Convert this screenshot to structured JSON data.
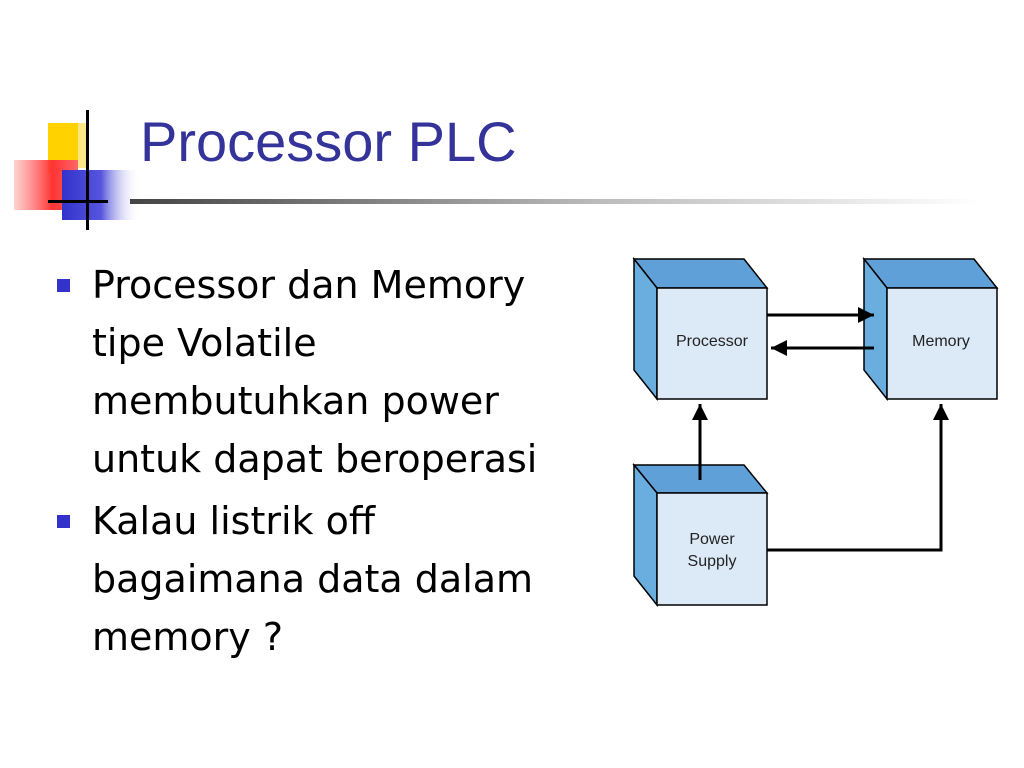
{
  "slide": {
    "title": "Processor PLC",
    "bullets": [
      "Processor dan Memory tipe Volatile membutuhkan power untuk dapat beroperasi",
      "Kalau listrik off bagaimana data dalam memory ?"
    ]
  },
  "diagram": {
    "processor_label": "Processor",
    "memory_label": "Memory",
    "power_label_line1": "Power",
    "power_label_line2": "Supply"
  },
  "colors": {
    "title": "#333399",
    "bullet": "#3333cc",
    "box_front": "#dce9f7",
    "box_top": "#5fa0d8",
    "box_side": "#6aaee0"
  }
}
